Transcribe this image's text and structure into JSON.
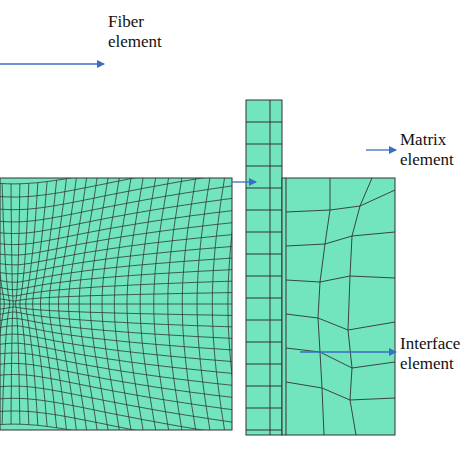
{
  "diagram": {
    "labels": [
      "Fiber element",
      "Matrix element",
      "Interface element"
    ]
  }
}
